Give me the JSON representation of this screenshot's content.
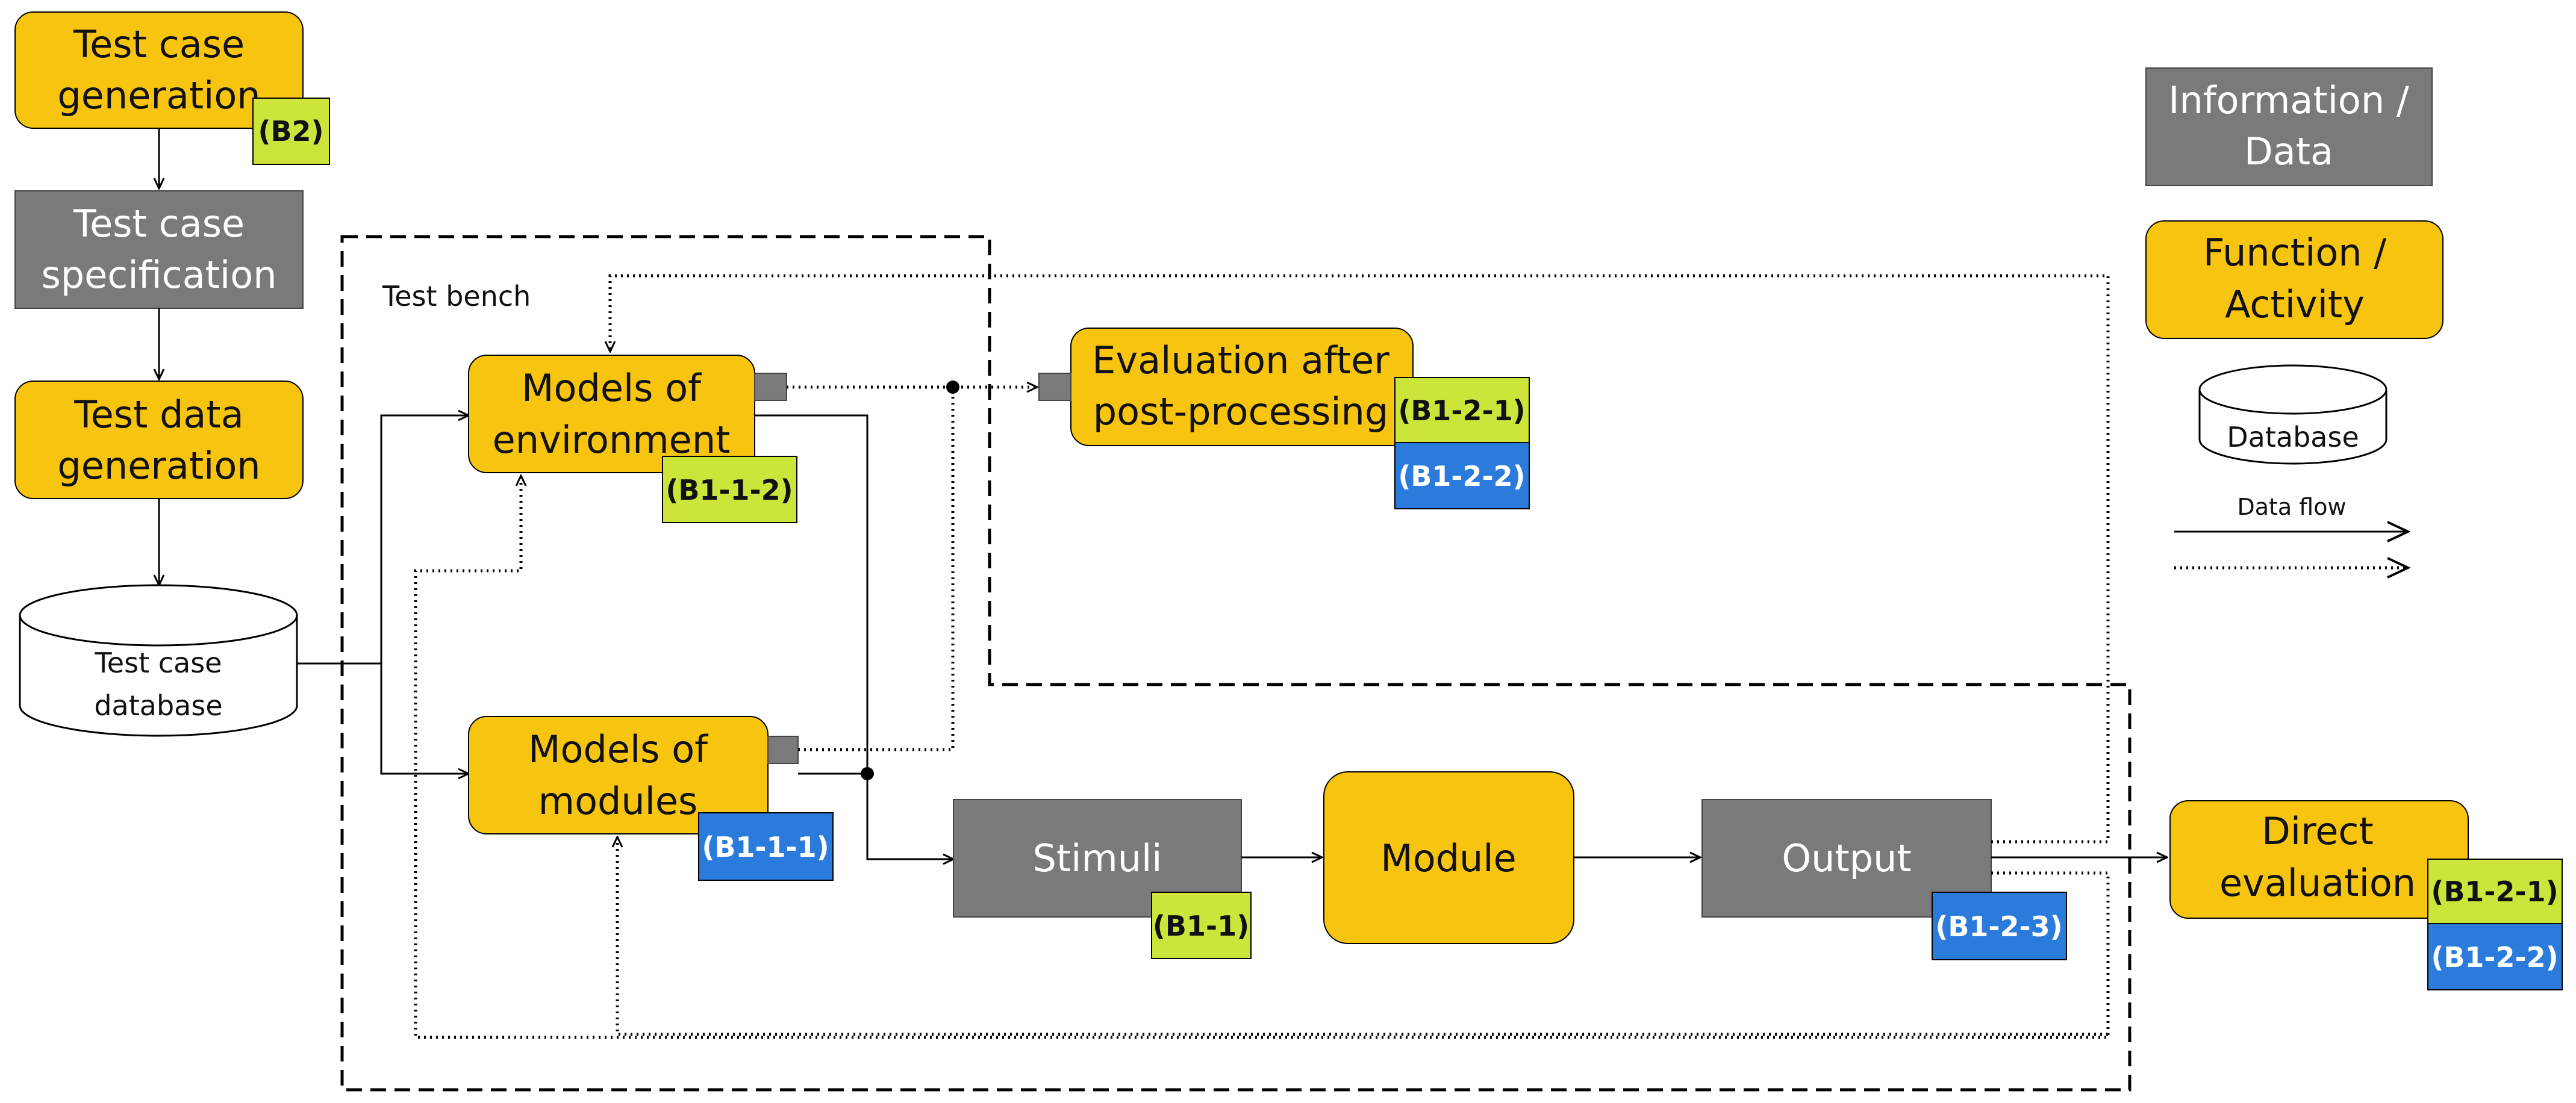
{
  "colors": {
    "function": "#F7C40F",
    "data": "#7A7A7A",
    "tag_green": "#CDE53A",
    "tag_blue": "#2B7BDC",
    "line": "#000000"
  },
  "functions": {
    "test_case_generation": [
      "Test case",
      "generation"
    ],
    "test_data_generation": [
      "Test data",
      "generation"
    ],
    "models_environment": [
      "Models of",
      "environment"
    ],
    "models_modules": [
      "Models of",
      "modules"
    ],
    "evaluation_post": [
      "Evaluation after",
      "post-processing"
    ],
    "module": "Module",
    "direct_evaluation": [
      "Direct",
      "evaluation"
    ]
  },
  "data_boxes": {
    "test_case_specification": [
      "Test case",
      "specification"
    ],
    "stimuli": "Stimuli",
    "output": "Output"
  },
  "database": {
    "test_case_database": [
      "Test case",
      "database"
    ]
  },
  "tags": {
    "b2": "(B2)",
    "b1_1_2": "(B1-1-2)",
    "b1_1_1": "(B1-1-1)",
    "b1_1": "(B1-1)",
    "b1_2_3": "(B1-2-3)",
    "eval_b1_2_1": "(B1-2-1)",
    "eval_b1_2_2": "(B1-2-2)",
    "direct_b1_2_1": "(B1-2-1)",
    "direct_b1_2_2": "(B1-2-2)"
  },
  "labels": {
    "test_bench": "Test bench"
  },
  "legend": {
    "information_data": [
      "Information /",
      "Data"
    ],
    "function_activity": [
      "Function /",
      "Activity"
    ],
    "database": "Database",
    "data_flow": "Data flow"
  }
}
